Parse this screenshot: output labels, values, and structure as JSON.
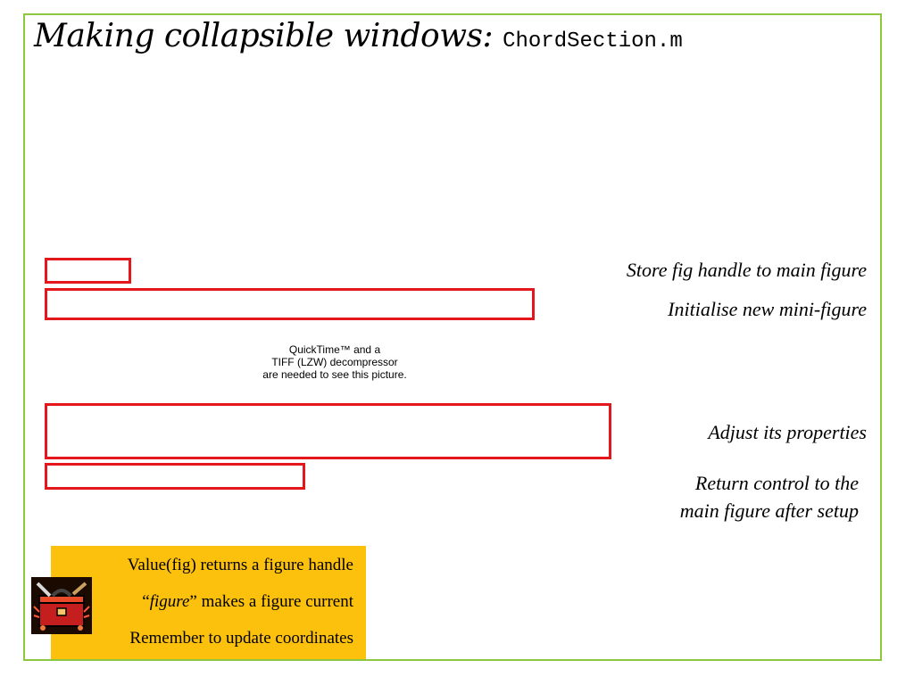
{
  "slide": {
    "title_main": "Making collapsible windows: ",
    "title_code": "ChordSection.m"
  },
  "placeholder": {
    "line1": "QuickTime™ and a",
    "line2": "TIFF (LZW) decompressor",
    "line3": "are needed to see this picture."
  },
  "annotations": {
    "store_handle": "Store fig handle to main figure",
    "init_mini": "Initialise new mini-figure",
    "adjust_props": "Adjust its properties",
    "return_line1": "Return control to the",
    "return_line2": "main figure after setup"
  },
  "notes": {
    "line1": "Value(fig) returns a figure handle",
    "line2_open": "“",
    "line2_em": "figure",
    "line2_rest": "” makes a figure current",
    "line3": "Remember to update coordinates"
  },
  "colors": {
    "frame": "#8dc63f",
    "highlight": "#e3171c",
    "note_bg": "#fcc10d"
  },
  "icons": {
    "toolbox": "toolbox-icon"
  }
}
